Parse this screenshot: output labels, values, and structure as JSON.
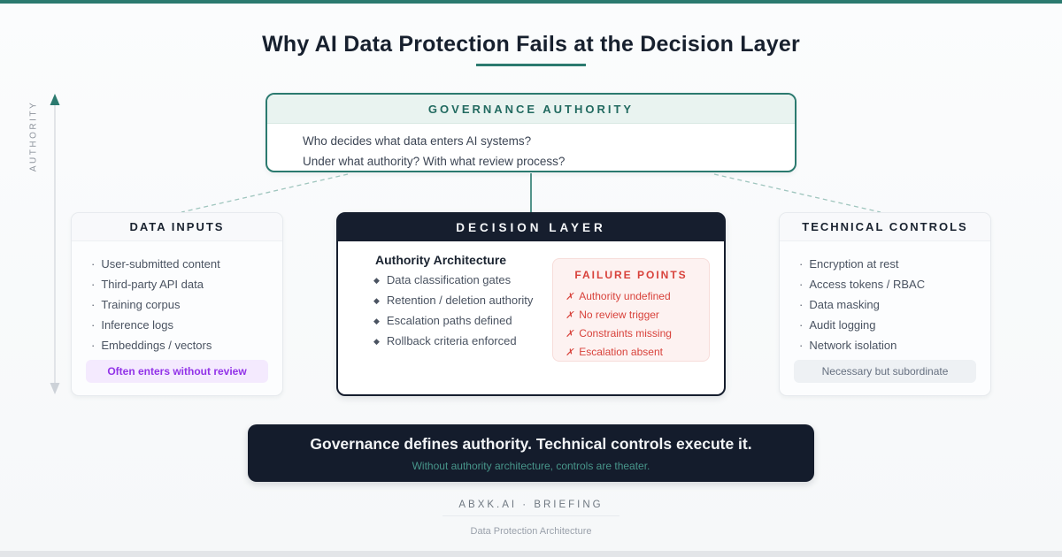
{
  "page": {
    "title": "Why AI Data Protection Fails at the Decision Layer",
    "axis_label": "AUTHORITY"
  },
  "icons": {
    "bullet": "·",
    "diamond": "◆",
    "cross": "✗"
  },
  "governance": {
    "title": "GOVERNANCE AUTHORITY",
    "line1": "Who decides what data enters AI systems?",
    "line2": "Under what authority? With what review process?"
  },
  "data_inputs": {
    "title": "DATA INPUTS",
    "items": [
      "User-submitted content",
      "Third-party API data",
      "Training corpus",
      "Inference logs",
      "Embeddings / vectors"
    ],
    "badge": "Often enters without review"
  },
  "decision_layer": {
    "title": "DECISION LAYER",
    "subtitle": "Authority Architecture",
    "items": [
      "Data classification gates",
      "Retention / deletion authority",
      "Escalation paths defined",
      "Rollback criteria enforced"
    ],
    "failure": {
      "title": "FAILURE POINTS",
      "items": [
        "Authority undefined",
        "No review trigger",
        "Constraints missing",
        "Escalation absent"
      ]
    }
  },
  "technical_controls": {
    "title": "TECHNICAL CONTROLS",
    "items": [
      "Encryption at rest",
      "Access tokens / RBAC",
      "Data masking",
      "Audit logging",
      "Network isolation"
    ],
    "badge": "Necessary but subordinate"
  },
  "banner": {
    "headline": "Governance defines authority. Technical controls execute it.",
    "subline": "Without authority architecture, controls are theater."
  },
  "footer": {
    "brand": "ABXK.AI · BRIEFING",
    "tagline": "Data Protection Architecture"
  },
  "colors": {
    "teal": "#2b7a6f",
    "dark_navy": "#141c2c",
    "red": "#d8423b",
    "purple": "#9233e8"
  }
}
